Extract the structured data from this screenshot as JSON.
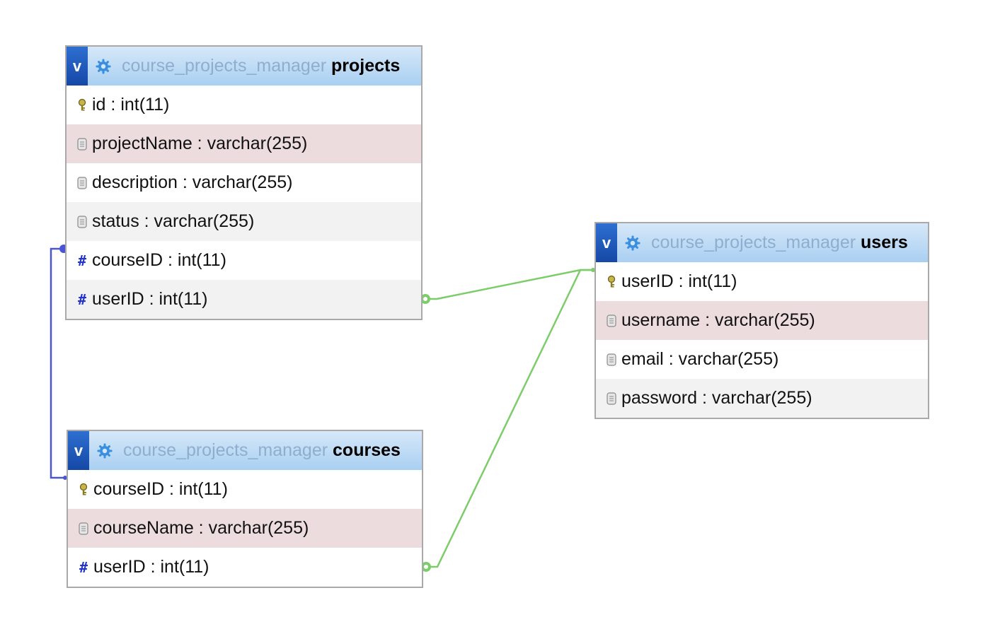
{
  "diagram": {
    "colors": {
      "header_start": "#d6e8f8",
      "header_end": "#a9cff2",
      "toggle": "#1f5bbd",
      "db_name_text": "#8eaed0",
      "highlight_row": "#eddcde",
      "alt_row": "#f2f2f2",
      "relation_green": "#7ccd6a",
      "relation_blue": "#4a55d4"
    },
    "tables": [
      {
        "key": "projects",
        "toggle_label": "v",
        "db": "course_projects_manager",
        "name": "projects",
        "fields": [
          {
            "name": "id",
            "type": "int(11)",
            "icon": "primary-key-icon"
          },
          {
            "name": "projectName",
            "type": "varchar(255)",
            "icon": "text-field-icon"
          },
          {
            "name": "description",
            "type": "varchar(255)",
            "icon": "text-field-icon"
          },
          {
            "name": "status",
            "type": "varchar(255)",
            "icon": "text-field-icon"
          },
          {
            "name": "courseID",
            "type": "int(11)",
            "icon": "numeric-field-icon"
          },
          {
            "name": "userID",
            "type": "int(11)",
            "icon": "numeric-field-icon"
          }
        ]
      },
      {
        "key": "users",
        "toggle_label": "v",
        "db": "course_projects_manager",
        "name": "users",
        "fields": [
          {
            "name": "userID",
            "type": "int(11)",
            "icon": "primary-key-icon"
          },
          {
            "name": "username",
            "type": "varchar(255)",
            "icon": "text-field-icon"
          },
          {
            "name": "email",
            "type": "varchar(255)",
            "icon": "text-field-icon"
          },
          {
            "name": "password",
            "type": "varchar(255)",
            "icon": "text-field-icon"
          }
        ]
      },
      {
        "key": "courses",
        "toggle_label": "v",
        "db": "course_projects_manager",
        "name": "courses",
        "fields": [
          {
            "name": "courseID",
            "type": "int(11)",
            "icon": "primary-key-icon"
          },
          {
            "name": "courseName",
            "type": "varchar(255)",
            "icon": "text-field-icon"
          },
          {
            "name": "userID",
            "type": "int(11)",
            "icon": "numeric-field-icon"
          }
        ]
      }
    ],
    "relations": [
      {
        "from": "projects.userID",
        "to": "users.userID",
        "color": "green"
      },
      {
        "from": "courses.userID",
        "to": "users.userID",
        "color": "green"
      },
      {
        "from": "projects.courseID",
        "to": "courses.courseID",
        "color": "blue"
      }
    ]
  }
}
